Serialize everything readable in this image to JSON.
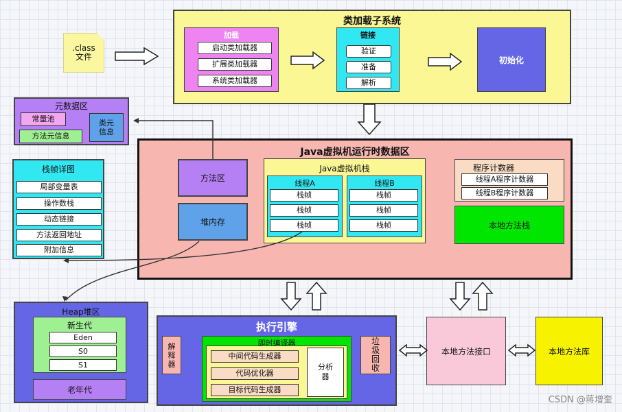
{
  "class_file": {
    "label": ".class\n文件"
  },
  "class_loader": {
    "title": "类加载子系统",
    "loading": {
      "title": "加载",
      "items": [
        "启动类加载器",
        "扩展类加载器",
        "系统类加载器"
      ]
    },
    "linking": {
      "title": "链接",
      "items": [
        "验证",
        "准备",
        "解析"
      ]
    },
    "init": {
      "title": "初始化"
    }
  },
  "metadata": {
    "title": "元数据区",
    "constant_pool": "常量池",
    "method_meta": "方法元信息",
    "class_meta": "类元\n信息"
  },
  "stack_frame": {
    "title": "栈帧详图",
    "items": [
      "局部变量表",
      "操作数栈",
      "动态链接",
      "方法返回地址",
      "附加信息"
    ]
  },
  "runtime": {
    "title": "Java虚拟机运行时数据区",
    "method_area": "方法区",
    "heap": "堆内存",
    "jvm_stack": {
      "title": "Java虚拟机栈",
      "thread_a": {
        "title": "线程A",
        "frames": [
          "栈帧",
          "栈帧",
          "栈帧"
        ]
      },
      "thread_b": {
        "title": "线程B",
        "frames": [
          "栈帧",
          "栈帧",
          "栈帧"
        ]
      }
    },
    "pc": {
      "title": "程序计数器",
      "items": [
        "线程A程序计数器",
        "线程B程序计数器"
      ]
    },
    "native_stack": "本地方法栈"
  },
  "heap_area": {
    "title": "Heap堆区",
    "young": {
      "title": "新生代",
      "items": [
        "Eden",
        "S0",
        "S1"
      ]
    },
    "old": "老年代"
  },
  "engine": {
    "title": "执行引擎",
    "interpreter": "解\n释\n器",
    "jit": {
      "title": "即时编译器",
      "items": [
        "中间代码生成器",
        "代码优化器",
        "目标代码生成器"
      ],
      "analyzer": "分析\n器"
    },
    "gc": "垃\n圾\n回\n收"
  },
  "native_interface": "本地方法接口",
  "native_library": "本地方法库",
  "watermark": "CSDN @蒋增奎",
  "colors": {
    "yellow": "#fbf795",
    "pink": "#f7b7b0",
    "magenta": "#ee84f2",
    "cyan": "#31e8f2",
    "blue": "#6466e6",
    "purple": "#b580f4",
    "green": "#00e600",
    "heap_blue": "#5fa2ea",
    "peach": "#f9dcc3",
    "light_pink": "#f9c9d9",
    "native_yellow": "#f6f200",
    "green_box": "#9fef93"
  }
}
